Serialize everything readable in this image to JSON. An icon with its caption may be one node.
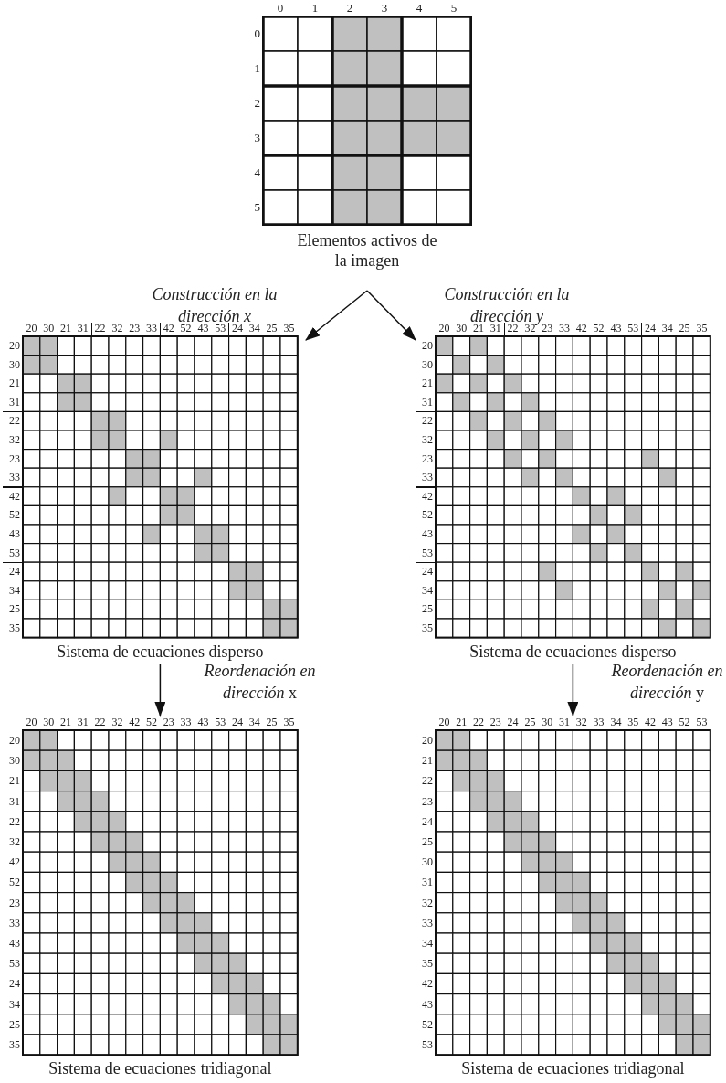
{
  "diagram": {
    "nodes": [
      {
        "text": [
          "Elementos activos de la imagen"
        ]
      },
      {
        "text": [
          "Sistema de ecuaciones disperso"
        ]
      },
      {
        "text": [
          "Sistema de ecuaciones disperso"
        ]
      },
      {
        "text": [
          "Sistema de ecuaciones tridiagonal"
        ]
      },
      {
        "text": [
          "Sistema de ecuaciones tridiagonal"
        ]
      }
    ],
    "edges": [
      {
        "from": 0,
        "to": 1,
        "arrow": "to",
        "label": "Construcción en la dirección x"
      },
      {
        "from": 0,
        "to": 2,
        "arrow": "to",
        "label": "Construcción en la dirección y"
      },
      {
        "from": 1,
        "to": 3,
        "arrow": "to",
        "label": "*Reordenación en dirección* x"
      },
      {
        "from": 2,
        "to": 4,
        "arrow": "to",
        "label": "*Reordenación en dirección* y"
      }
    ],
    "labels": [
      "0",
      "1",
      "2",
      "3",
      "4",
      "5",
      "0",
      "1",
      "2",
      "3",
      "4",
      "5",
      "20",
      "30",
      "21",
      "31",
      "22",
      "32",
      "23",
      "33",
      "42",
      "52",
      "43",
      "53",
      "24",
      "34",
      "25",
      "35",
      "20",
      "30",
      "21",
      "31",
      "22",
      "32",
      "23",
      "33",
      "42",
      "52",
      "43",
      "53",
      "24",
      "34",
      "25",
      "35",
      "20",
      "30",
      "21",
      "31",
      "22",
      "32",
      "23",
      "33",
      "42",
      "52",
      "43",
      "53",
      "24",
      "34",
      "25",
      "35",
      "20",
      "30",
      "21",
      "31",
      "22",
      "32",
      "23",
      "33",
      "42",
      "52",
      "43",
      "53",
      "24",
      "34",
      "25",
      "35",
      "20",
      "30",
      "21",
      "31",
      "22",
      "32",
      "42",
      "52",
      "23",
      "33",
      "43",
      "53",
      "24",
      "34",
      "25",
      "35",
      "20",
      "30",
      "21",
      "31",
      "22",
      "32",
      "42",
      "52",
      "23",
      "33",
      "43",
      "53",
      "24",
      "34",
      "25",
      "35",
      "20",
      "21",
      "22",
      "23",
      "24",
      "25",
      "30",
      "31",
      "32",
      "33",
      "34",
      "35",
      "42",
      "43",
      "52",
      "53",
      "20",
      "21",
      "22",
      "23",
      "24",
      "25",
      "30",
      "31",
      "32",
      "33",
      "34",
      "35",
      "42",
      "43",
      "52",
      "53"
    ]
  }
}
